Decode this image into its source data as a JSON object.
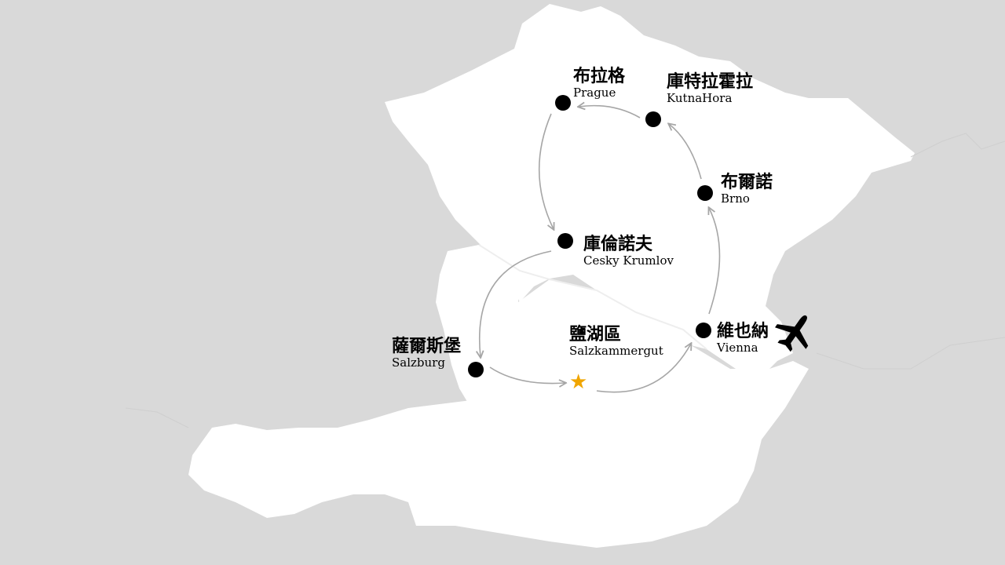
{
  "colors": {
    "background": "#d9d9d9",
    "land": "#ffffff",
    "border_line": "#eeeeee",
    "route": "#a6a6a6",
    "dot": "#000000",
    "star": "#f0a500"
  },
  "icons": {
    "city": "black-dot",
    "scenic": "orange-star",
    "arrival": "airplane-icon"
  },
  "cities": {
    "prague": {
      "zh": "布拉格",
      "en": "Prague"
    },
    "kutnahora": {
      "zh": "庫特拉霍拉",
      "en": "KutnaHora"
    },
    "brno": {
      "zh": "布爾諾",
      "en": "Brno"
    },
    "krumlov": {
      "zh": "庫倫諾夫",
      "en": "Cesky Krumlov"
    },
    "salzburg": {
      "zh": "薩爾斯堡",
      "en": "Salzburg"
    },
    "salzkammergut": {
      "zh": "鹽湖區",
      "en": "Salzkammergut"
    },
    "vienna": {
      "zh": "維也納",
      "en": "Vienna"
    }
  }
}
